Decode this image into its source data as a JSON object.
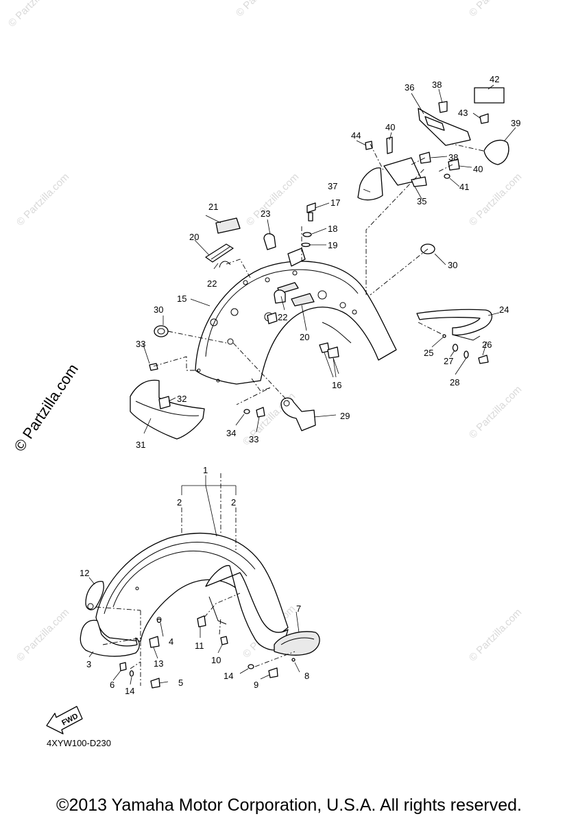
{
  "watermark": {
    "small": "© Partzilla.com",
    "big": "© Partzilla.com"
  },
  "callouts": {
    "c1": "1",
    "c2a": "2",
    "c2b": "2",
    "c3": "3",
    "c4": "4",
    "c5": "5",
    "c6": "6",
    "c7": "7",
    "c8": "8",
    "c9": "9",
    "c10": "10",
    "c11": "11",
    "c12": "12",
    "c13": "13",
    "c14a": "14",
    "c14b": "14",
    "c15": "15",
    "c16": "16",
    "c17": "17",
    "c18": "18",
    "c19": "19",
    "c20a": "20",
    "c20b": "20",
    "c21": "21",
    "c22a": "22",
    "c22b": "22",
    "c23": "23",
    "c24": "24",
    "c25": "25",
    "c26": "26",
    "c27": "27",
    "c28": "28",
    "c29": "29",
    "c30a": "30",
    "c30b": "30",
    "c31": "31",
    "c32": "32",
    "c33a": "33",
    "c33b": "33",
    "c34": "34",
    "c35": "35",
    "c36": "36",
    "c37": "37",
    "c38a": "38",
    "c38b": "38",
    "c39": "39",
    "c40a": "40",
    "c40b": "40",
    "c41": "41",
    "c42": "42",
    "c43": "43",
    "c44": "44"
  },
  "fwd_badge": "FWD",
  "diagram_code": "4XYW100-D230",
  "copyright": "©2013 Yamaha Motor Corporation, U.S.A. All rights reserved."
}
